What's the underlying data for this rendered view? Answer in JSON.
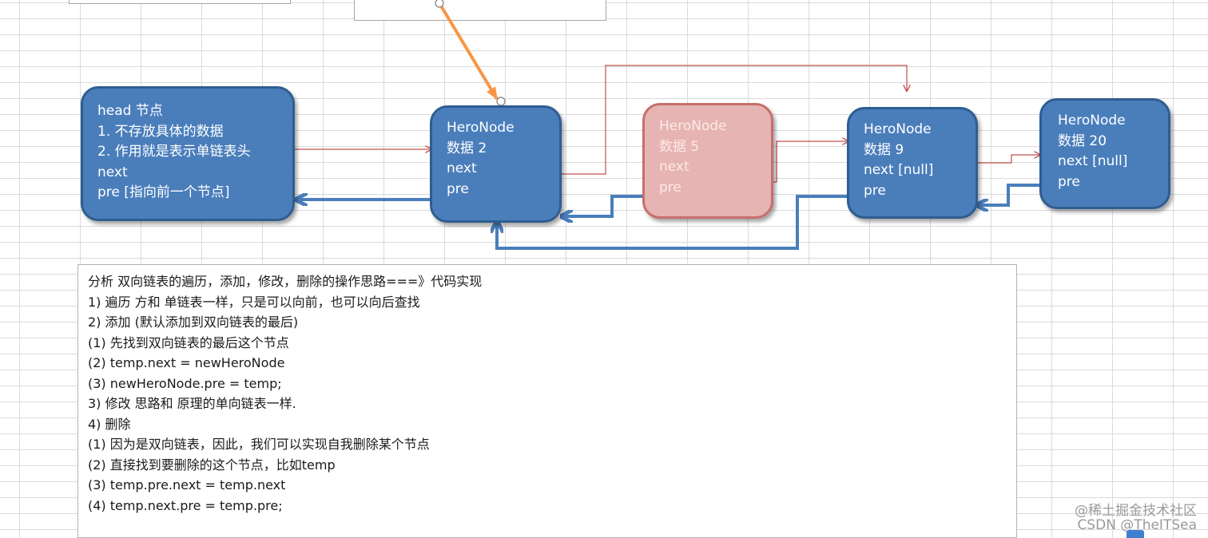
{
  "nodes": {
    "head": {
      "title": "head 节点",
      "line1": "1. 不存放具体的数据",
      "line2": "2. 作用就是表示单链表头",
      "next": "next",
      "pre": "pre  [指向前一个节点]"
    },
    "node2": {
      "name": "HeroNode",
      "data": "数据 2",
      "next": "next",
      "pre": "pre"
    },
    "node5": {
      "name": "HeroNode",
      "data": "数据 5",
      "next": "next",
      "pre": "pre"
    },
    "node9": {
      "name": "HeroNode",
      "data": "数据 9",
      "next": "next [null]",
      "pre": "pre"
    },
    "node20": {
      "name": "HeroNode",
      "data": "数据 20",
      "next": "next [null]",
      "pre": "pre"
    }
  },
  "analysis": {
    "lines": [
      "分析 双向链表的遍历，添加，修改，删除的操作思路===》代码实现",
      "1) 遍历 方和 单链表一样，只是可以向前，也可以向后查找",
      "2) 添加 (默认添加到双向链表的最后)",
      "(1) 先找到双向链表的最后这个节点",
      "(2) temp.next = newHeroNode",
      "(3) newHeroNode.pre = temp;",
      "3) 修改 思路和 原理的单向链表一样.",
      "4) 删除",
      "(1) 因为是双向链表，因此，我们可以实现自我删除某个节点",
      "(2) 直接找到要删除的这个节点，比如temp",
      "(3)  temp.pre.next = temp.next",
      "(4) temp.next.pre = temp.pre;"
    ]
  },
  "watermark": {
    "line1": "@稀土掘金技术社区",
    "line2": "CSDN @TheITSea"
  },
  "colors": {
    "node_fill": "#4a7ebb",
    "node_border": "#2f5d91",
    "deleted_node_fill": "#e6b4b2",
    "next_arrow": "#c0504d",
    "pre_arrow": "#4a7ebb",
    "callout_arrow": "#f79646"
  }
}
